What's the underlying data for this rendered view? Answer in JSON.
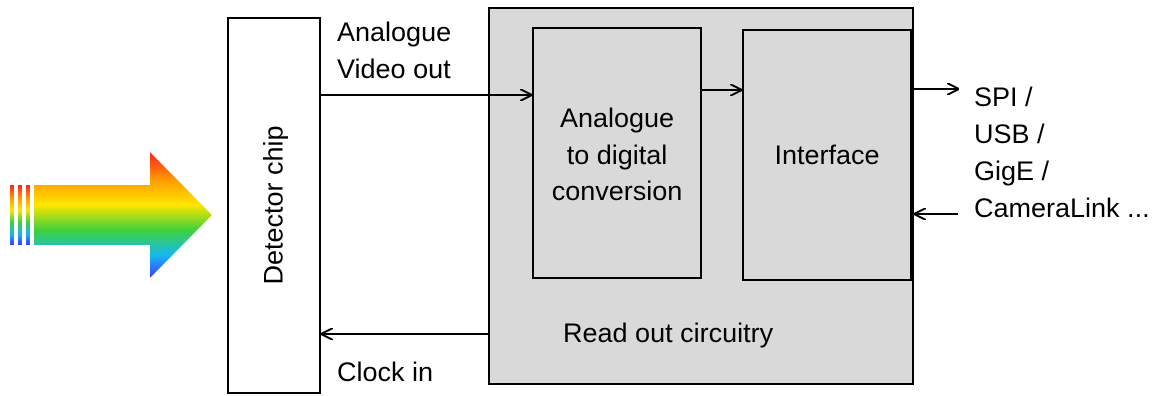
{
  "input_rays": {
    "colors": [
      "#ff2d2d",
      "#ff9a00",
      "#ffe600",
      "#39d43a",
      "#1fb6ff",
      "#3a4bff",
      "#b040e0"
    ]
  },
  "detector": {
    "label": "Detector chip"
  },
  "readout": {
    "label": "Read out circuitry",
    "fill": "#d9d9d9"
  },
  "adc": {
    "lines": [
      "Analogue",
      "to digital",
      "conversion"
    ]
  },
  "interface": {
    "label": "Interface"
  },
  "signals": {
    "video_out": [
      "Analogue",
      "Video out"
    ],
    "clock_in": "Clock in",
    "protocols": [
      "SPI /",
      "USB /",
      "GigE /",
      "CameraLink ..."
    ]
  }
}
